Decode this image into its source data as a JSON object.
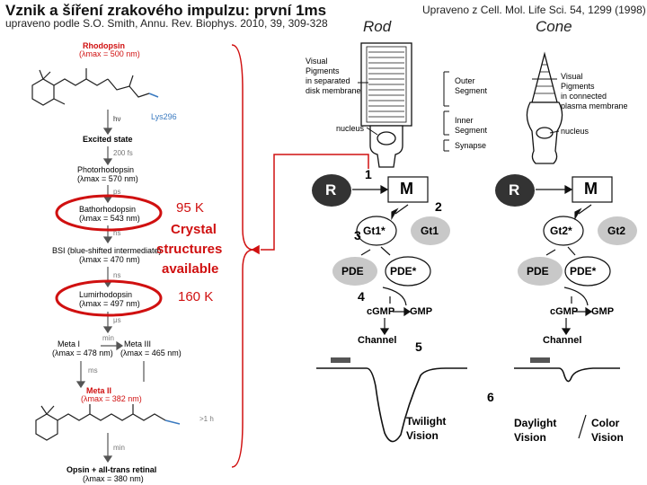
{
  "header": {
    "title": "Vznik a šíření zrakového impulzu: první 1ms",
    "subtitle": "upraveno podle S.O. Smith, Annu. Rev. Biophys. 2010, 39, 309-328",
    "credit": "Upraveno z Cell. Mol. Life Sci. 54, 1299 (1998)"
  },
  "photocycle": {
    "rhodopsin": "Rhodopsin",
    "rhodopsin_lmax": "(λmax = 500 nm)",
    "hv": "hν",
    "lys": "Lys296",
    "excited": "Excited state",
    "t1": "200 fs",
    "photo": "Photorhodopsin",
    "photo_lmax": "(λmax = 570 nm)",
    "t2": "ps",
    "batho": "Bathorhodopsin",
    "batho_lmax": "(λmax = 543 nm)",
    "t3": "ns",
    "bsi": "BSI (blue-shifted intermediate)",
    "bsi_lmax": "(λmax = 470 nm)",
    "t4": "ns",
    "lumi": "Lumirhodopsin",
    "lumi_lmax": "(λmax = 497 nm)",
    "t5": "μs",
    "t6": "min",
    "meta1": "Meta I",
    "meta1_lmax": "(λmax = 478 nm)",
    "meta3": "Meta III",
    "meta3_lmax": "(λmax = 465 nm)",
    "t7": "ms",
    "meta2": "Meta II",
    "meta2_lmax": "(λmax = 382 nm)",
    "t8": ">1 h",
    "t9": "min",
    "opsin": "Opsin + all-trans retinal",
    "opsin_lmax": "(λmax = 380 nm)"
  },
  "annotations": {
    "k95": "95 K",
    "crystal": [
      "Crystal",
      "structures",
      "available"
    ],
    "k160": "160 K"
  },
  "cells": {
    "rod": "Rod",
    "cone": "Cone",
    "rod_pigments": [
      "Visual",
      "Pigments",
      "in separated",
      "disk membrane"
    ],
    "cone_pigments": [
      "Visual",
      "Pigments",
      "in connected",
      "plasma membrane"
    ],
    "outer": [
      "Outer",
      "Segment"
    ],
    "inner": [
      "Inner",
      "Segment"
    ],
    "nucleus": "nucleus",
    "nucleus_cone": "nucleus",
    "synapse": "Synapse"
  },
  "cascade": {
    "R": "R",
    "M": "M",
    "Gt1a": "Gt1*",
    "Gt1": "Gt1",
    "Gt2a": "Gt2*",
    "Gt2": "Gt2",
    "PDE": "PDE",
    "PDEa": "PDE*",
    "cGMP": "cGMP",
    "GMP": "GMP",
    "channel": "Channel",
    "twilight": [
      "Twilight",
      "Vision"
    ],
    "daylight": [
      "Daylight",
      "Vision"
    ],
    "color": [
      "Color",
      "Vision"
    ],
    "steps": [
      "1",
      "2",
      "3",
      "4",
      "5",
      "6"
    ]
  },
  "colors": {
    "red": "#d01010",
    "dark": "#333333",
    "grey": "#c8c8c8"
  }
}
